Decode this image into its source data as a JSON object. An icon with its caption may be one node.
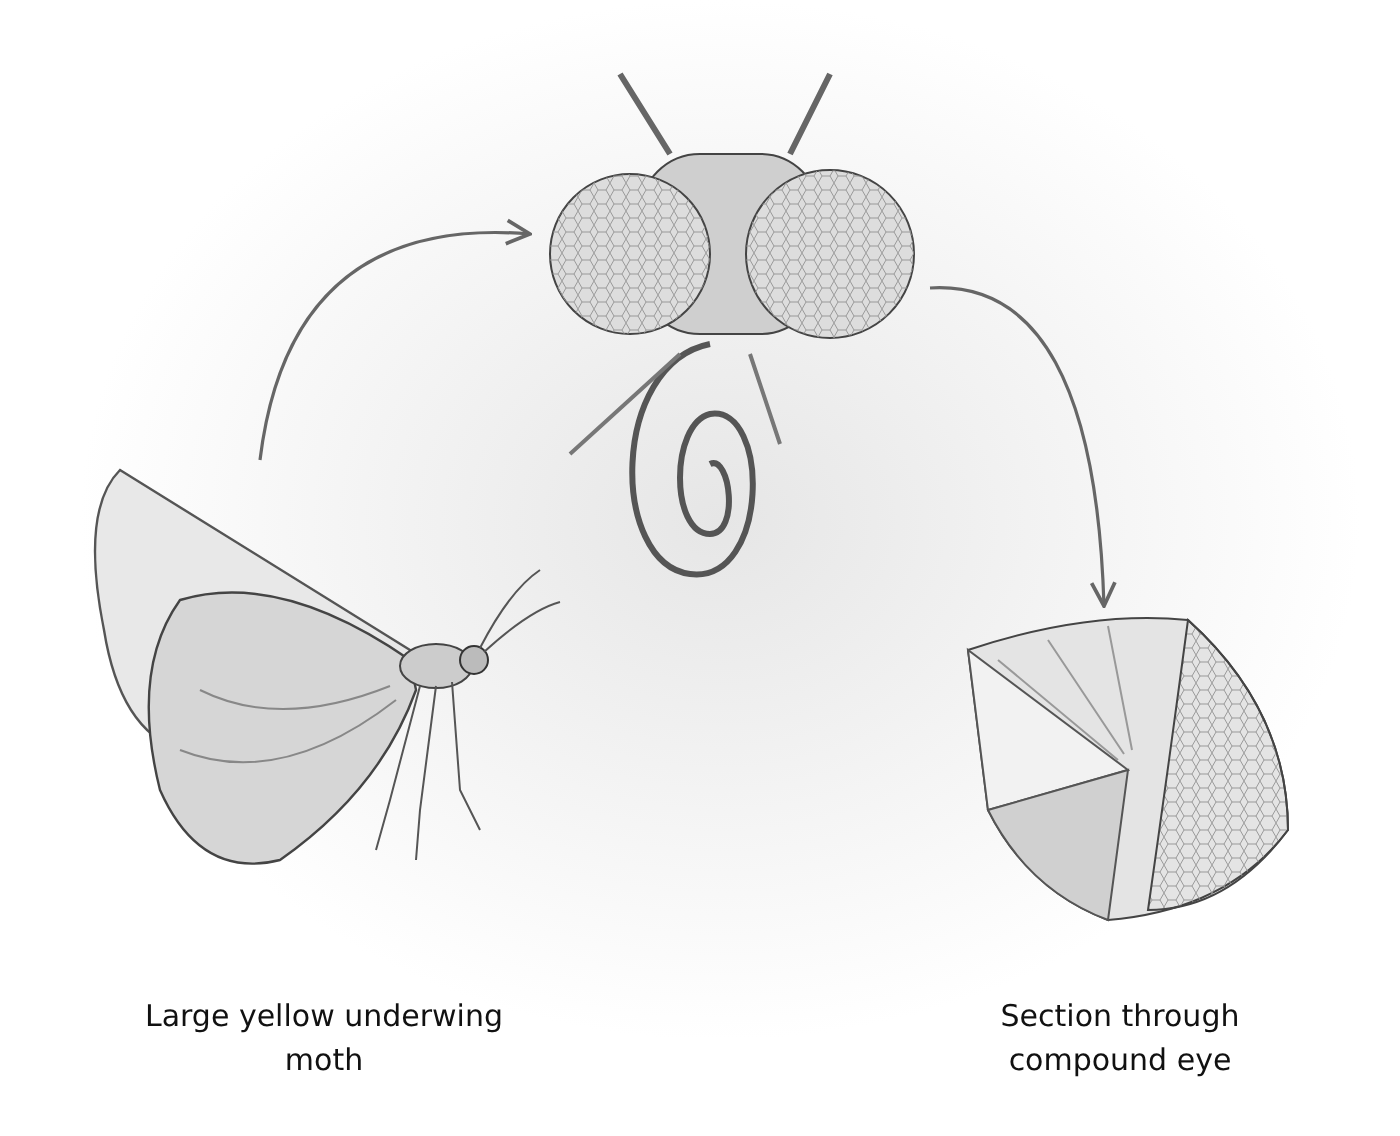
{
  "diagram": {
    "nodes": [
      {
        "text": [],
        "shape": "picture"
      },
      {
        "text": [],
        "shape": "picture"
      },
      {
        "text": [],
        "shape": "picture"
      }
    ],
    "edges": [
      {
        "from": 0,
        "to": 1,
        "arrow": "to"
      },
      {
        "from": 1,
        "to": 2,
        "arrow": "to"
      }
    ],
    "labels": [
      "Large yellow underwing moth",
      "Section through compound eye"
    ]
  }
}
